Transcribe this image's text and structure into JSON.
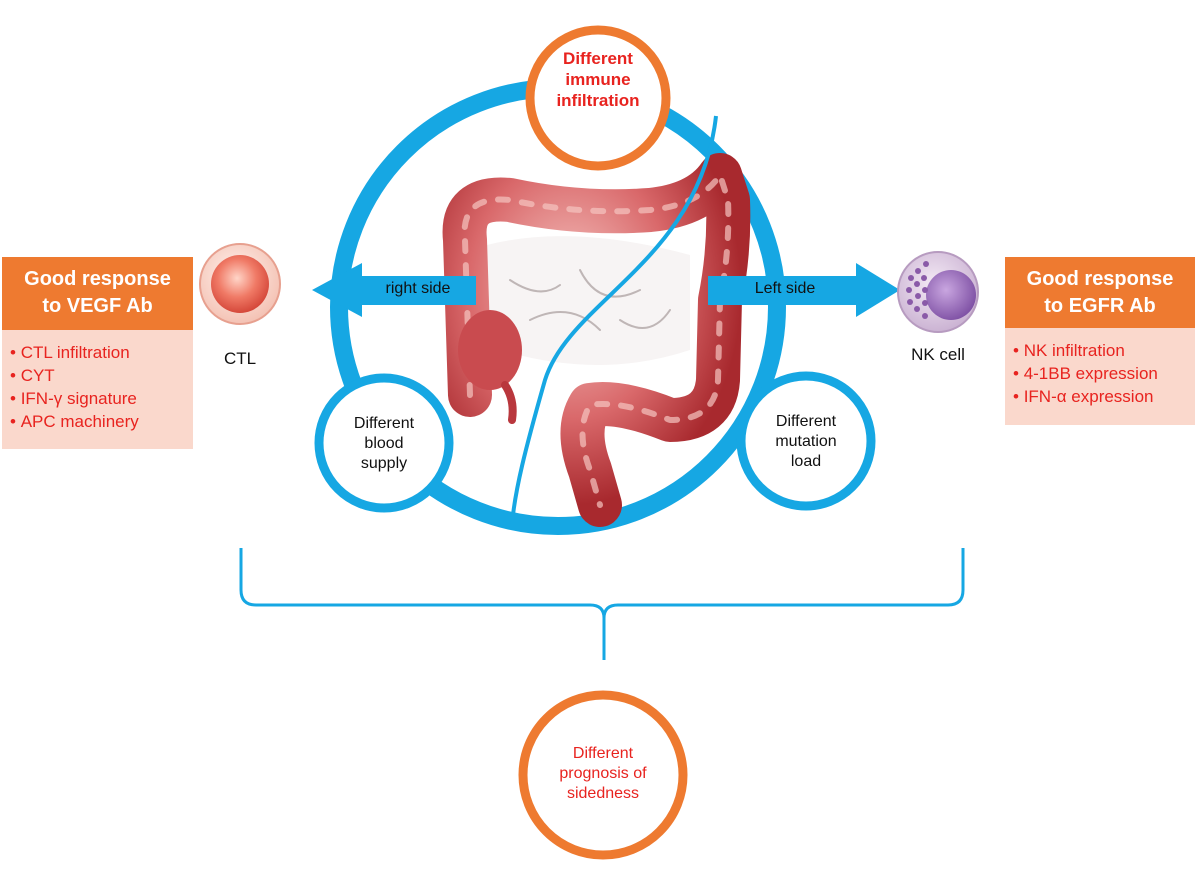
{
  "left_box": {
    "title_line1": "Good response",
    "title_line2": "to VEGF Ab",
    "items": [
      "CTL infiltration",
      "CYT",
      "IFN-γ signature",
      "APC machinery"
    ]
  },
  "right_box": {
    "title_line1": "Good response",
    "title_line2": "to EGFR Ab",
    "items": [
      "NK infiltration",
      "4-1BB expression",
      "IFN-α expression"
    ]
  },
  "cells": {
    "left_label": "CTL",
    "right_label": "NK cell"
  },
  "arrows": {
    "left_label": "right side",
    "right_label": "Left side"
  },
  "circles": {
    "top": [
      "Different",
      "immune",
      "infiltration"
    ],
    "left": [
      "Different",
      "blood",
      "supply"
    ],
    "right": [
      "Different",
      "mutation",
      "load"
    ],
    "bottom": [
      "Different",
      "prognosis of",
      "sidedness"
    ]
  },
  "colors": {
    "blue": "#16A7E3",
    "orange": "#EE7A30",
    "red_text": "#E8231F",
    "pink_box": "#FAD8CC"
  }
}
